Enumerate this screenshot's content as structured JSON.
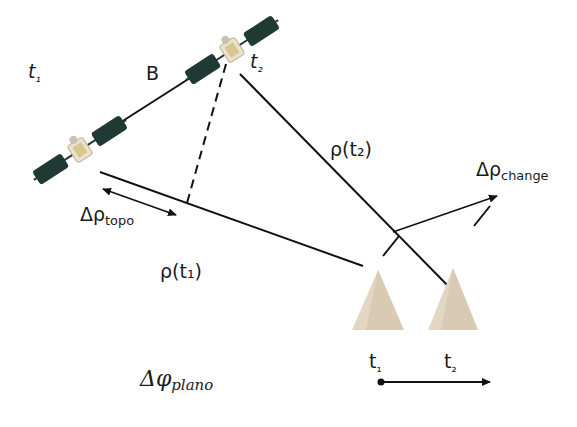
{
  "diagram": {
    "labels": [
      "t₁",
      "B",
      "t₂",
      "ρ(t₂)",
      "Δρchange",
      "Δρtopo",
      "ρ(t₁)",
      "t₁",
      "t₂",
      "Δφplano"
    ]
  }
}
